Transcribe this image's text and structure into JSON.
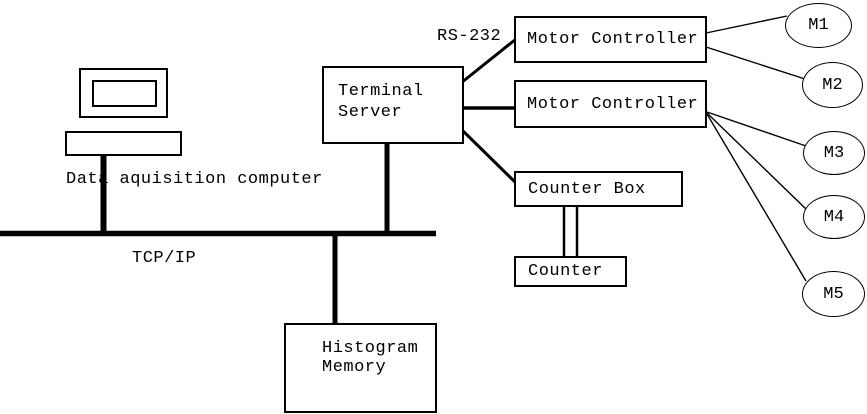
{
  "diagram": {
    "colors": {
      "ink": "#000000",
      "background": "#ffffff"
    },
    "nodes": {
      "data_acquisition_computer": {
        "label": "Data aquisition computer",
        "icon": "desktop-computer"
      },
      "terminal_server": {
        "label": "Terminal Server"
      },
      "motor_controller_1": {
        "label": "Motor Controller"
      },
      "motor_controller_2": {
        "label": "Motor Controller"
      },
      "counter_box": {
        "label": "Counter Box"
      },
      "counter": {
        "label": "Counter"
      },
      "histogram_memory": {
        "label": "Histogram Memory"
      }
    },
    "motors": [
      {
        "label": "M1"
      },
      {
        "label": "M2"
      },
      {
        "label": "M3"
      },
      {
        "label": "M4"
      },
      {
        "label": "M5"
      }
    ],
    "links": {
      "serial_label": "RS-232",
      "network_label": "TCP/IP"
    }
  }
}
